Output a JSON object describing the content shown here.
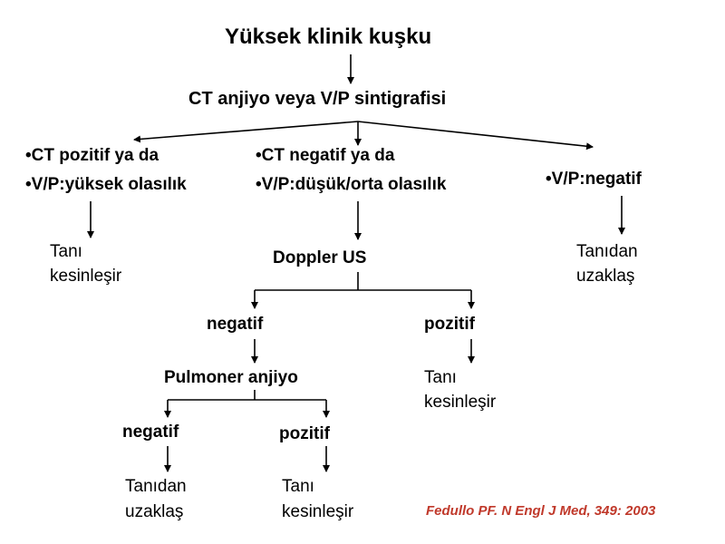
{
  "title": "Yüksek klinik kuşku",
  "step1": "CT anjiyo veya V/P sintigrafisi",
  "branches": {
    "left": {
      "line1": "•CT pozitif ya da",
      "line2": "•V/P:yüksek olasılık",
      "result_line1": "Tanı",
      "result_line2": "kesinleşir"
    },
    "middle": {
      "line1": "•CT negatif ya da",
      "line2": "•V/P:düşük/orta olasılık"
    },
    "right": {
      "line1": "•V/P:negatif",
      "result_line1": "Tanıdan",
      "result_line2": "uzaklaş"
    }
  },
  "doppler": {
    "label": "Doppler US",
    "negative": "negatif",
    "positive": "pozitif",
    "positive_result_line1": "Tanı",
    "positive_result_line2": "kesinleşir"
  },
  "pulmonary": {
    "label": "Pulmoner anjiyo",
    "negative": "negatif",
    "positive": "pozitif",
    "negative_result_line1": "Tanıdan",
    "negative_result_line2": "uzaklaş",
    "positive_result_line1": "Tanı",
    "positive_result_line2": "kesinleşir"
  },
  "citation": "Fedullo PF. N Engl J Med, 349: 2003",
  "colors": {
    "citation": "#c0392b",
    "lines": "#000000",
    "background": "#ffffff"
  }
}
